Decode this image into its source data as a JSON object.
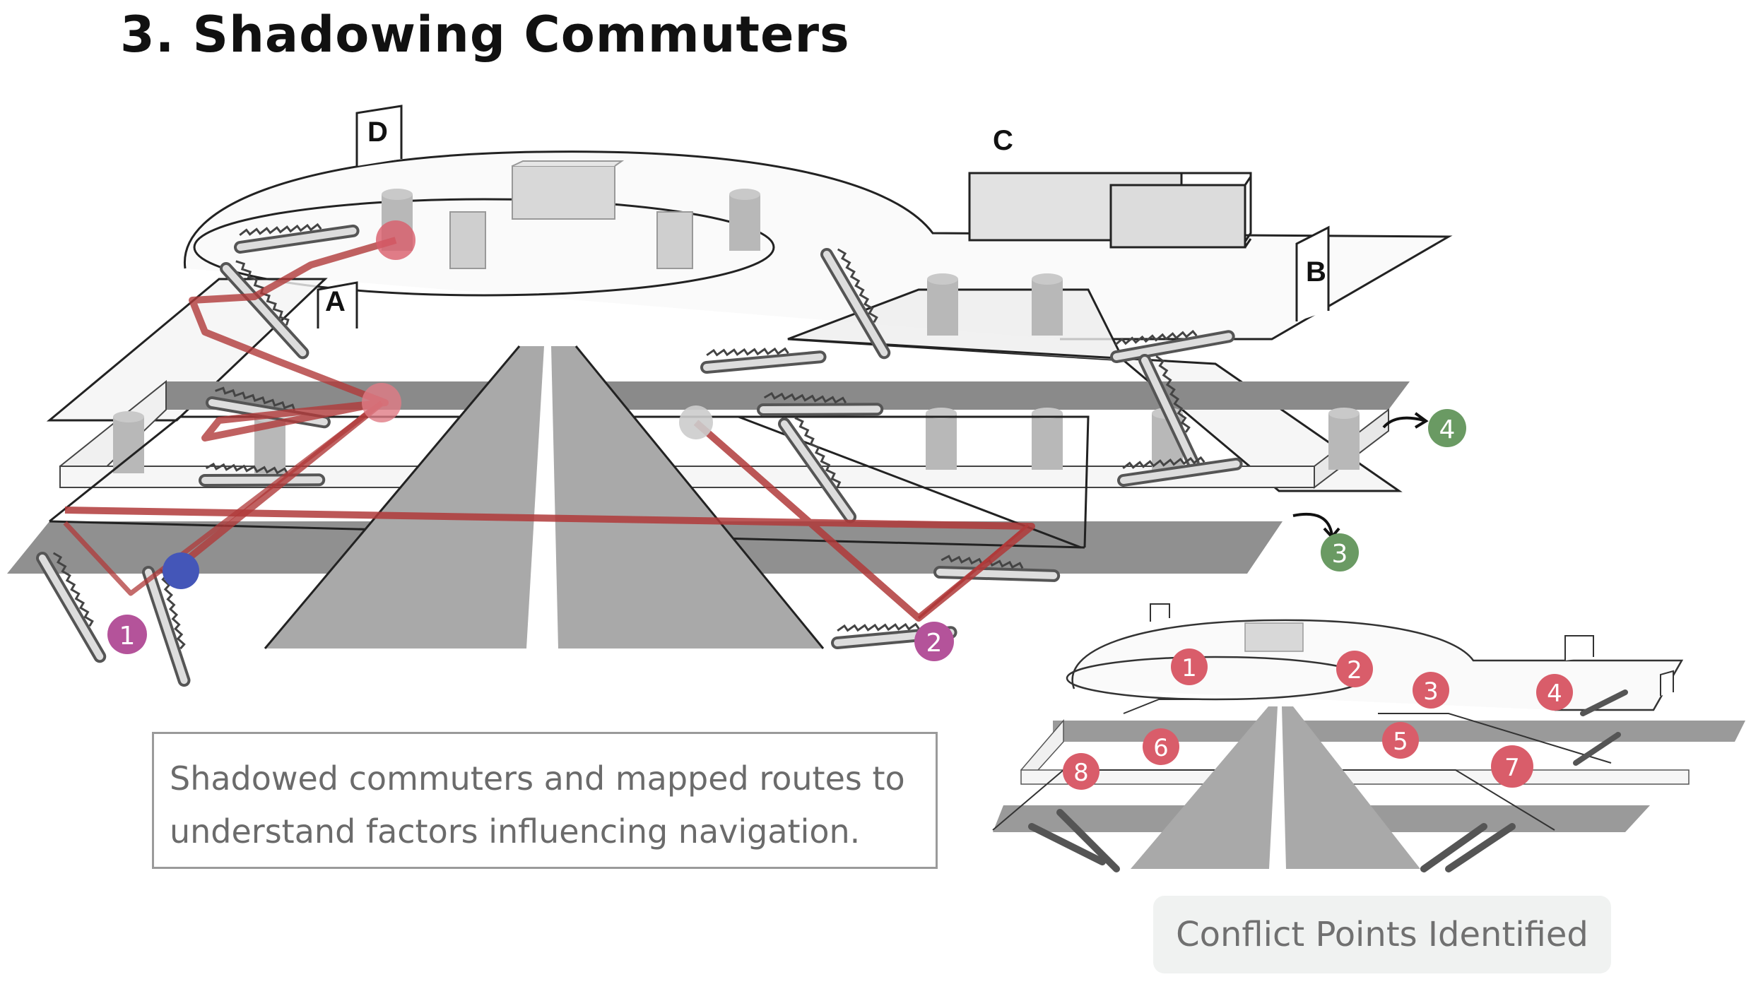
{
  "title": "3. Shadowing Commuters",
  "caption": {
    "line1": "Shadowed commuters and mapped routes to",
    "line2": "understand factors influencing navigation."
  },
  "conflict_label": "Conflict Points Identified",
  "zone_labels": {
    "a": "A",
    "b": "B",
    "c": "C",
    "d": "D"
  },
  "route_markers": {
    "start_1": "1",
    "start_2": "2",
    "exit_3": "3",
    "exit_4": "4"
  },
  "conflict_points": [
    "1",
    "2",
    "3",
    "4",
    "5",
    "6",
    "7",
    "8"
  ],
  "colors": {
    "route_red": "#b03a3a",
    "marker_purple": "#b4539a",
    "marker_green": "#6a9a63",
    "marker_blue": "#4456b8",
    "conflict_red": "#d95d6a",
    "floor_dark": "#8a8a8a"
  }
}
